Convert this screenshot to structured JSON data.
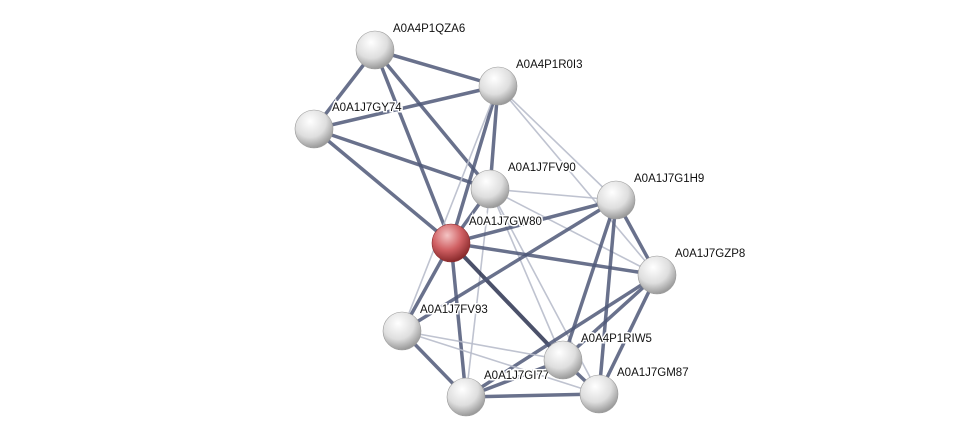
{
  "colors": {
    "query_node": "#c9484b",
    "node": "#d8d8d8",
    "edge_strong": "#4f5878",
    "edge_weak": "#b8bccb"
  },
  "nodes": [
    {
      "id": "A0A4P1QZA6",
      "label": "A0A4P1QZA6",
      "query": false
    },
    {
      "id": "A0A4P1R0I3",
      "label": "A0A4P1R0I3",
      "query": false
    },
    {
      "id": "A0A1J7GY74",
      "label": "A0A1J7GY74",
      "query": false
    },
    {
      "id": "A0A1J7FV90",
      "label": "A0A1J7FV90",
      "query": false
    },
    {
      "id": "A0A1J7G1H9",
      "label": "A0A1J7G1H9",
      "query": false
    },
    {
      "id": "A0A1J7GW80",
      "label": "A0A1J7GW80",
      "query": true
    },
    {
      "id": "A0A1J7GZP8",
      "label": "A0A1J7GZP8",
      "query": false
    },
    {
      "id": "A0A1J7FV93",
      "label": "A0A1J7FV93",
      "query": false
    },
    {
      "id": "A0A1J7GI77",
      "label": "A0A1J7GI77",
      "query": false
    },
    {
      "id": "A0A4P1RIW5",
      "label": "A0A4P1RIW5",
      "query": false
    },
    {
      "id": "A0A1J7GM87",
      "label": "A0A1J7GM87",
      "query": false
    }
  ],
  "edges": [
    [
      "A0A4P1QZA6",
      "A0A4P1R0I3",
      "strong"
    ],
    [
      "A0A4P1QZA6",
      "A0A1J7GY74",
      "strong"
    ],
    [
      "A0A4P1QZA6",
      "A0A1J7GW80",
      "strong"
    ],
    [
      "A0A4P1QZA6",
      "A0A1J7FV90",
      "strong"
    ],
    [
      "A0A1J7GY74",
      "A0A4P1R0I3",
      "strong"
    ],
    [
      "A0A1J7GY74",
      "A0A1J7FV90",
      "strong"
    ],
    [
      "A0A1J7GY74",
      "A0A1J7GW80",
      "strong"
    ],
    [
      "A0A4P1R0I3",
      "A0A1J7GW80",
      "strong"
    ],
    [
      "A0A4P1R0I3",
      "A0A1J7FV90",
      "strong"
    ],
    [
      "A0A4P1R0I3",
      "A0A1J7G1H9",
      "weak"
    ],
    [
      "A0A4P1R0I3",
      "A0A1J7GZP8",
      "weak"
    ],
    [
      "A0A4P1R0I3",
      "A0A1J7FV93",
      "weak"
    ],
    [
      "A0A1J7FV90",
      "A0A1J7GW80",
      "strong"
    ],
    [
      "A0A1J7FV90",
      "A0A1J7G1H9",
      "weak"
    ],
    [
      "A0A1J7FV90",
      "A0A1J7GZP8",
      "weak"
    ],
    [
      "A0A1J7FV90",
      "A0A1J7GI77",
      "weak"
    ],
    [
      "A0A1J7FV90",
      "A0A4P1RIW5",
      "weak"
    ],
    [
      "A0A1J7FV90",
      "A0A1J7GM87",
      "weak"
    ],
    [
      "A0A1J7GW80",
      "A0A1J7G1H9",
      "strong"
    ],
    [
      "A0A1J7GW80",
      "A0A1J7GZP8",
      "strong"
    ],
    [
      "A0A1J7GW80",
      "A0A1J7FV93",
      "strong"
    ],
    [
      "A0A1J7GW80",
      "A0A1J7GI77",
      "strong"
    ],
    [
      "A0A1J7GW80",
      "A0A4P1RIW5",
      "dark"
    ],
    [
      "A0A1J7G1H9",
      "A0A1J7GZP8",
      "strong"
    ],
    [
      "A0A1J7G1H9",
      "A0A4P1RIW5",
      "strong"
    ],
    [
      "A0A1J7G1H9",
      "A0A1J7GM87",
      "strong"
    ],
    [
      "A0A1J7G1H9",
      "A0A1J7FV93",
      "strong"
    ],
    [
      "A0A1J7GZP8",
      "A0A4P1RIW5",
      "strong"
    ],
    [
      "A0A1J7GZP8",
      "A0A1J7GM87",
      "strong"
    ],
    [
      "A0A1J7GZP8",
      "A0A1J7GI77",
      "strong"
    ],
    [
      "A0A1J7FV93",
      "A0A1J7GI77",
      "strong"
    ],
    [
      "A0A1J7FV93",
      "A0A4P1RIW5",
      "weak"
    ],
    [
      "A0A1J7FV93",
      "A0A1J7GM87",
      "weak"
    ],
    [
      "A0A1J7GI77",
      "A0A4P1RIW5",
      "strong"
    ],
    [
      "A0A1J7GI77",
      "A0A1J7GM87",
      "strong"
    ],
    [
      "A0A4P1RIW5",
      "A0A1J7GM87",
      "strong"
    ]
  ]
}
